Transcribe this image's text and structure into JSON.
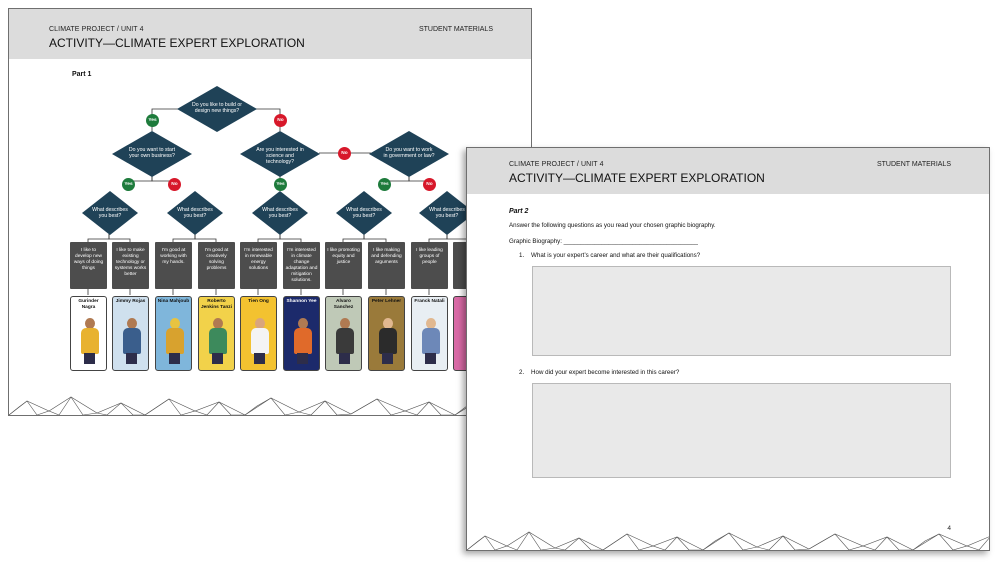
{
  "page1": {
    "breadcrumb": "CLIMATE PROJECT / UNIT 4",
    "materials": "STUDENT MATERIALS",
    "title": "ACTIVITY—CLIMATE EXPERT EXPLORATION",
    "part": "Part 1",
    "q_build": "Do you like to build or design new things?",
    "q_business": "Do you want to start your own business?",
    "q_science": "Are you interested in science and technology?",
    "q_government": "Do you want to work in government or law?",
    "q_describes": "What describes you best?",
    "yes": "Yes",
    "no": "No",
    "descriptions": [
      "I like to develop new ways of doing things",
      "I like to make existing technology or systems works better",
      "I'm good at working with my hands.",
      "I'm good at creatively solving problems",
      "I'm interested in renewable energy solutions",
      "I'm interested in climate change adaptation and mitigation solutions.",
      "I like promoting equity and justice",
      "I like making and defending arguments",
      "I like leading groups of people"
    ],
    "experts": [
      "Gurinder Nagra",
      "Jimmy Rojas",
      "Nina Mahjoub",
      "Roberto Jenkins Tanzi",
      "Tien Ong",
      "Shannon Yee",
      "Alvaro Sanchez",
      "Peter Lehner",
      "Franck Natali"
    ]
  },
  "page2": {
    "breadcrumb": "CLIMATE PROJECT / UNIT 4",
    "materials": "STUDENT MATERIALS",
    "title": "ACTIVITY—CLIMATE EXPERT EXPLORATION",
    "part": "Part 2",
    "instructions": "Answer the following questions as you read your chosen graphic biography.",
    "biography_label": "Graphic Biography: _______________________________________",
    "q1": "1.    What is your expert’s career and what are their qualifications?",
    "q2": "2.    How did your expert become interested in this career?",
    "page_number": "4"
  },
  "colors": {
    "diamond": "#1f4257",
    "yes": "#1e7b3c",
    "no": "#d7182a",
    "box": "#4d4d4d",
    "header": "#dcdcdc"
  }
}
